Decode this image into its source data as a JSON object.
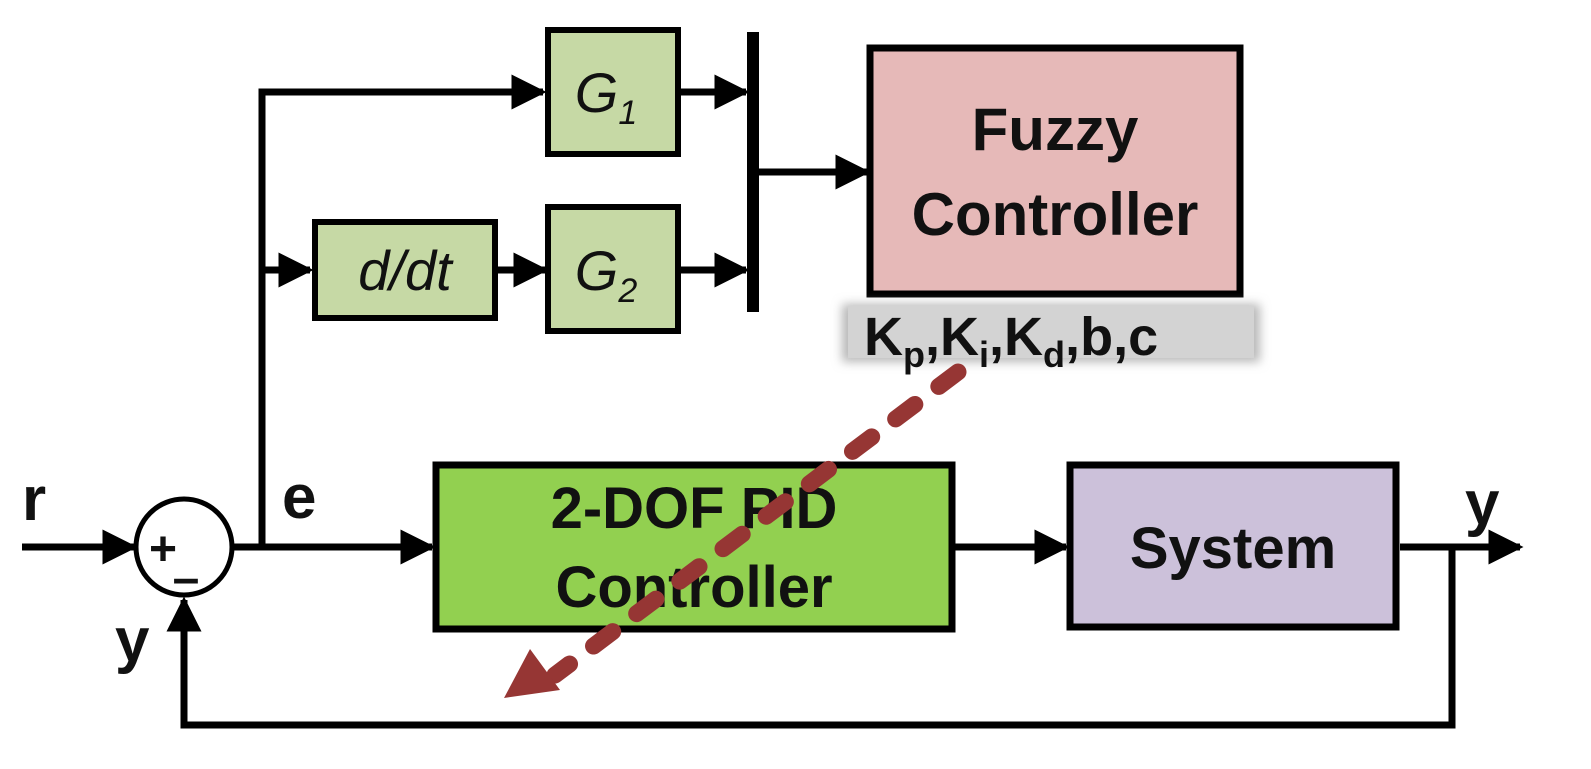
{
  "signals": {
    "reference": "r",
    "error": "e",
    "output": "y",
    "feedback": "y"
  },
  "summing_junction": {
    "plus": "+",
    "minus": "–"
  },
  "blocks": {
    "g1": {
      "base": "G",
      "sub": "1"
    },
    "g2": {
      "base": "G",
      "sub": "2"
    },
    "derivative": "d/dt",
    "fuzzy": {
      "line1": "Fuzzy",
      "line2": "Controller"
    },
    "pid": {
      "line1": "2-DOF PID",
      "line2": "Controller"
    },
    "system": "System"
  },
  "parameters": {
    "kp": {
      "base": "K",
      "sub": "p"
    },
    "ki": {
      "base": "K",
      "sub": "i"
    },
    "kd": {
      "base": "K",
      "sub": "d"
    },
    "sep": ",",
    "b": "b",
    "c": "c"
  },
  "colors": {
    "g_block": "#c6d9a5",
    "fuzzy_block": "#e6b9b8",
    "pid_block": "#92d050",
    "system_block": "#ccc1da",
    "tuning_arrow": "#963634",
    "line": "#000000"
  }
}
